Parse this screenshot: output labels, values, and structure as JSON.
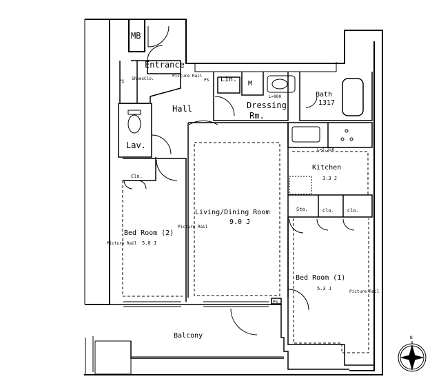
{
  "rooms": {
    "mb": "MB",
    "entrance": "Entrance",
    "hall": "Hall",
    "dressing_1": "Dressing",
    "dressing_2": "Rm.",
    "bath": "Bath",
    "bath_size": "1317",
    "lav": "Lav.",
    "living": "Living/Dining Room",
    "living_size": "9.0 J",
    "kitchen": "Kitchen",
    "kitchen_size": "3.3 J",
    "bed2": "Bed Room (2)",
    "bed2_size": "5.0 J",
    "bed1": "Bed Room (1)",
    "bed1_size": "5.3 J",
    "balcony": "Balcony"
  },
  "fixtures": {
    "clo_entrance": "ShoesClo.",
    "lin": "Lin.",
    "m": "M",
    "clo_bed2": "Clo.",
    "sto": "Sto.",
    "clo_a": "Clo.",
    "clo_b": "Clo.",
    "ps_left": "PS",
    "ps_hall": "PS",
    "ps_balcony": "PS",
    "lh_dressing": "L=900",
    "lh_kitchen": "L=2,250"
  },
  "notes": {
    "picture_rail_1": "Picture Rail",
    "picture_rail_2": "Picture Rail",
    "picture_rail_3": "Picture Rail",
    "picture_rail_4": "Picture Rail"
  },
  "compass": {
    "north": "N"
  }
}
